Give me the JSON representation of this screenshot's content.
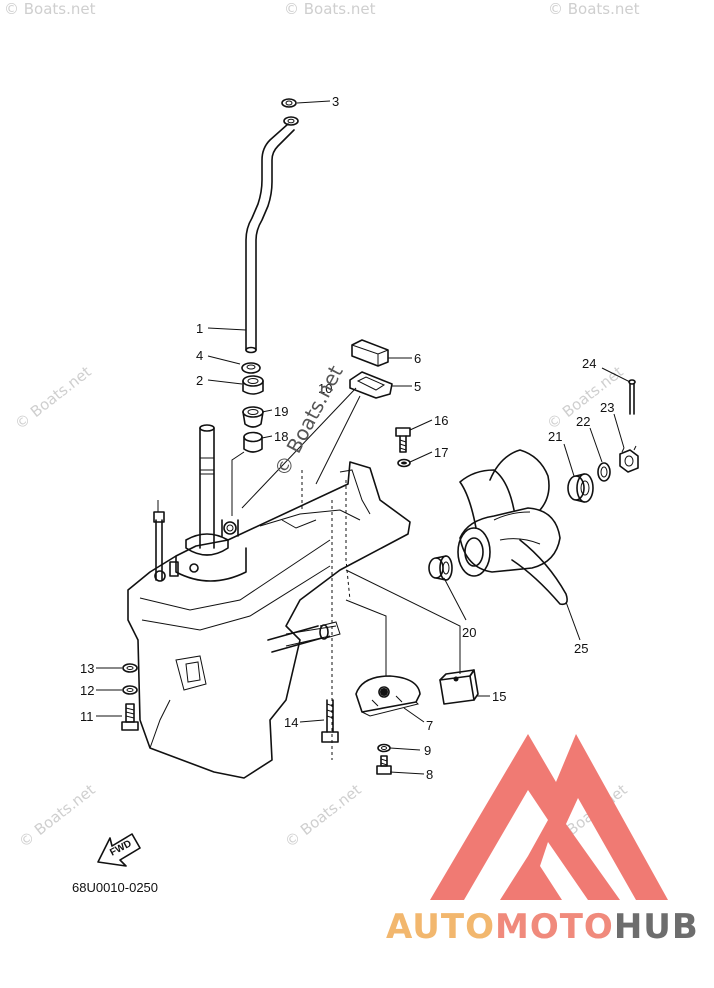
{
  "diagram": {
    "code": "68U0010-0250",
    "fwd_label": "FWD",
    "callouts": [
      {
        "id": "c1",
        "label": "1"
      },
      {
        "id": "c2",
        "label": "2"
      },
      {
        "id": "c3",
        "label": "3"
      },
      {
        "id": "c4",
        "label": "4"
      },
      {
        "id": "c5",
        "label": "5"
      },
      {
        "id": "c6",
        "label": "6"
      },
      {
        "id": "c7",
        "label": "7"
      },
      {
        "id": "c8",
        "label": "8"
      },
      {
        "id": "c9",
        "label": "9"
      },
      {
        "id": "c10",
        "label": "10"
      },
      {
        "id": "c11",
        "label": "11"
      },
      {
        "id": "c12",
        "label": "12"
      },
      {
        "id": "c13",
        "label": "13"
      },
      {
        "id": "c14",
        "label": "14"
      },
      {
        "id": "c15",
        "label": "15"
      },
      {
        "id": "c16",
        "label": "16"
      },
      {
        "id": "c17",
        "label": "17"
      },
      {
        "id": "c18",
        "label": "18"
      },
      {
        "id": "c19",
        "label": "19"
      },
      {
        "id": "c20",
        "label": "20"
      },
      {
        "id": "c21",
        "label": "21"
      },
      {
        "id": "c22",
        "label": "22"
      },
      {
        "id": "c23",
        "label": "23"
      },
      {
        "id": "c24",
        "label": "24"
      },
      {
        "id": "c25",
        "label": "25"
      }
    ]
  },
  "watermark": {
    "small": "© Boats.net",
    "large": "© Boats.net"
  },
  "logo": {
    "part1": "AUTO",
    "part2": "MOTO",
    "part3": "HUB",
    "color1": "#f2b76e",
    "color2": "#f08a7c",
    "color3": "#6d6d6d",
    "mark_color": "#f07a73"
  }
}
